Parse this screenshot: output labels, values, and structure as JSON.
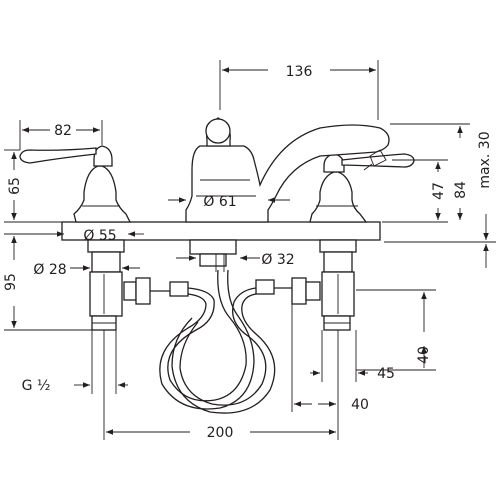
{
  "dimensions": {
    "d136": "136",
    "d82": "82",
    "d65": "65",
    "d95": "95",
    "d61": "Ø 61",
    "d55": "Ø 55",
    "d28": "Ø 28",
    "d32": "Ø 32",
    "d47": "47",
    "d84": "84",
    "dmax30": "max. 30",
    "d40v": "40",
    "d45": "45",
    "d40h": "40",
    "dthread": "G ½",
    "d200": "200"
  }
}
